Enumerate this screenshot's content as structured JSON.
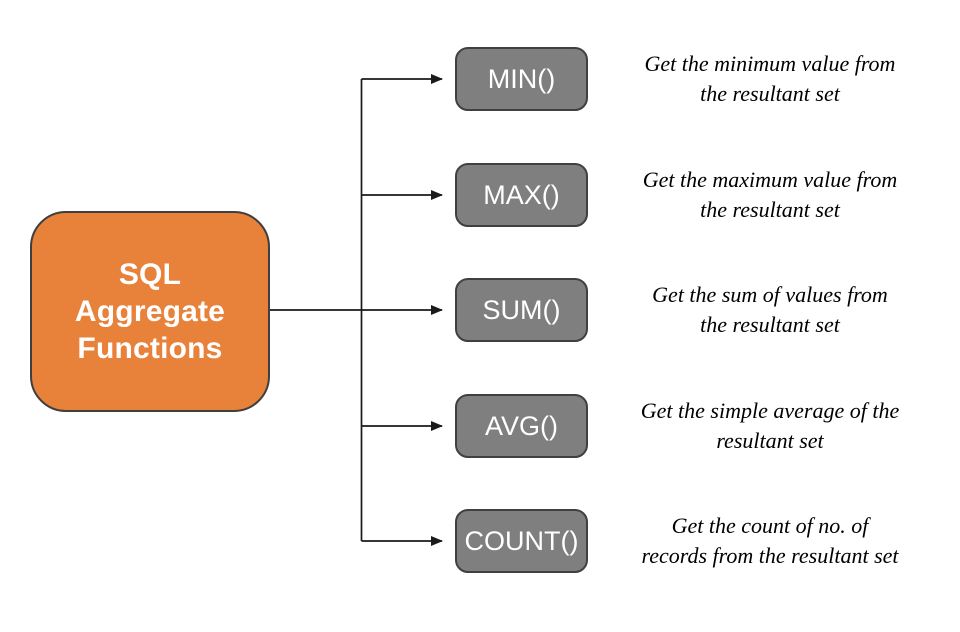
{
  "root": {
    "title": "SQL Aggregate Functions",
    "title_lines": [
      "SQL",
      "Aggregate",
      "Functions"
    ]
  },
  "functions": [
    {
      "label": "MIN()",
      "description": "Get the minimum value from the resultant set",
      "desc_lines": [
        "Get the minimum value from",
        "the resultant set"
      ]
    },
    {
      "label": "MAX()",
      "description": "Get the maximum value from the resultant set",
      "desc_lines": [
        "Get the maximum value from",
        "the resultant set"
      ]
    },
    {
      "label": "SUM()",
      "description": "Get the sum of values from the resultant set",
      "desc_lines": [
        "Get the sum of values from",
        "the resultant set"
      ]
    },
    {
      "label": "AVG()",
      "description": "Get the simple average of the resultant set",
      "desc_lines": [
        "Get the simple average of the",
        "resultant set"
      ]
    },
    {
      "label": "COUNT()",
      "description": "Get the count of no. of records from the resultant set",
      "desc_lines": [
        "Get the count of no. of",
        "records from the resultant set"
      ]
    }
  ],
  "colors": {
    "root_fill": "#E8813A",
    "node_fill": "#7F7F7F",
    "node_border": "#404040",
    "connector": "#1A1A1A",
    "node_text": "#FFFFFF",
    "description_text": "#000000",
    "background": "#FFFFFF"
  }
}
